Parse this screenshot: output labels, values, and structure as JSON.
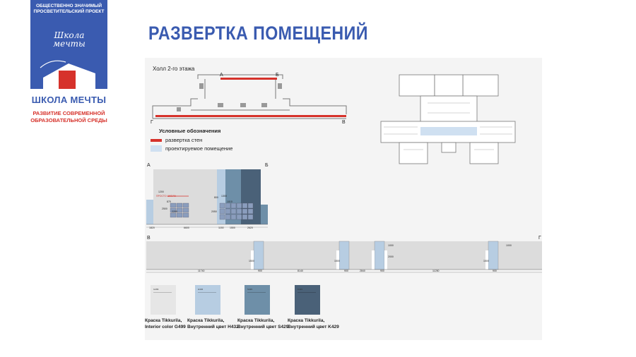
{
  "logo": {
    "top_text": "ОБЩЕСТВЕННО ЗНАЧИМЫЙ ПРОСВЕТИТЕЛЬСКИЙ ПРОЕКТ",
    "script_text": "Школа мечты",
    "name": "ШКОЛА МЕЧТЫ",
    "subtitle": "РАЗВИТИЕ СОВРЕМЕННОЙ ОБРАЗОВАТЕЛЬНОЙ СРЕДЫ",
    "colors": {
      "blue": "#3a5bb0",
      "red": "#d6322b"
    }
  },
  "page_title": "РАЗВЕРТКА ПОМЕЩЕНИЙ",
  "plan": {
    "label": "Холл 2-го этажа",
    "points": [
      "А",
      "Б",
      "Г",
      "В"
    ]
  },
  "legend": {
    "title": "Условные обозначения",
    "items": [
      {
        "label": "развертка стен",
        "color": "#d6322b"
      },
      {
        "label": "проектируемое помещение",
        "color": "#cfe0f1"
      }
    ]
  },
  "elevation_ab": {
    "left_label": "А",
    "right_label": "Б",
    "board_text": "ПРОСТО ШКОЛА",
    "dims": [
      "1820",
      "6600",
      "1150",
      "1500",
      "2620"
    ],
    "heights": [
      "1200",
      "2500",
      "2050",
      "800",
      "2200",
      "1300",
      "870",
      "1010"
    ]
  },
  "elevation_vg": {
    "left_label": "В",
    "right_label": "Г",
    "dims": [
      "11740",
      "900",
      "8140",
      "900",
      "2840",
      "900",
      "11250",
      "900"
    ],
    "heights": [
      "1500",
      "2000",
      "1000",
      "1500",
      "1500",
      "1000"
    ]
  },
  "paints": [
    {
      "code": "G499",
      "color": "#e6e6e6",
      "caption1": "Краска Tikkurila,",
      "caption2": "Interior color G499"
    },
    {
      "code": "H432",
      "color": "#b7cde2",
      "caption1": "Краска Tikkurila,",
      "caption2": "Внутренний цвет H432"
    },
    {
      "code": "S429",
      "color": "#6e8fa8",
      "caption1": "Краска Tikkurila,",
      "caption2": "Внутренний цвет S429"
    },
    {
      "code": "K429",
      "color": "#4a6178",
      "caption1": "Краска Tikkurila,",
      "caption2": "Внутренний цвет K429"
    }
  ]
}
